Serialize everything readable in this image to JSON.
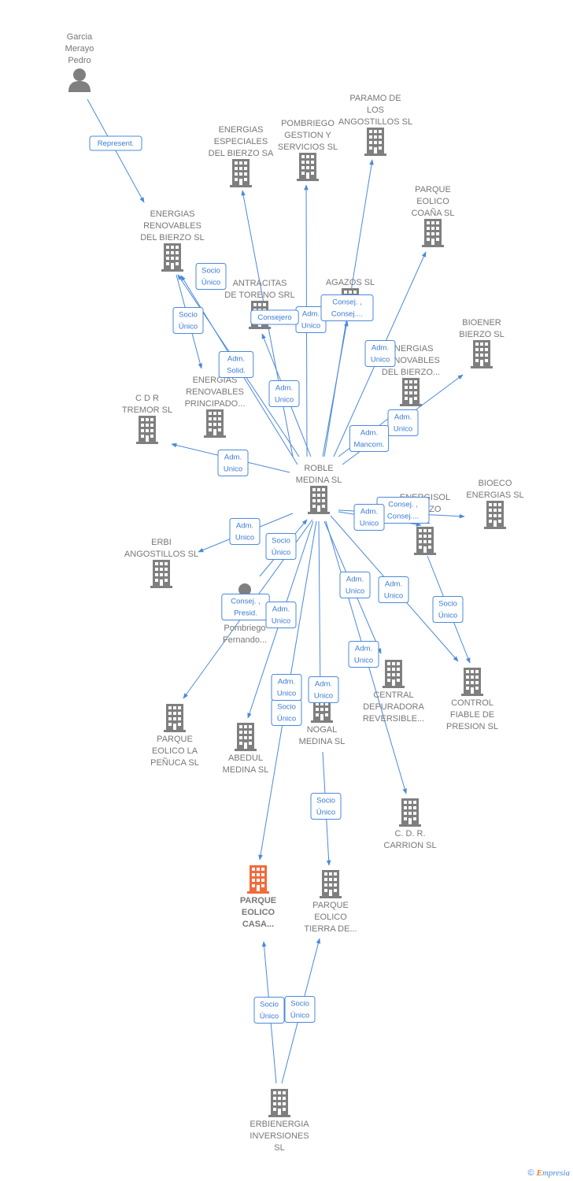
{
  "colors": {
    "edge": "#4a89dc",
    "node": "#7f7f7f",
    "highlight": "#f26b3a",
    "badge_text": "#3a7bd5"
  },
  "nodes": [
    {
      "id": "garcia",
      "type": "person",
      "label": [
        "Garcia",
        "Merayo",
        "Pedro"
      ]
    },
    {
      "id": "energias_renovables_bierzo",
      "type": "company",
      "label": [
        "ENERGIAS",
        "RENOVABLES",
        "DEL BIERZO SL"
      ]
    },
    {
      "id": "energias_especiales",
      "type": "company",
      "label": [
        "ENERGIAS",
        "ESPECIALES",
        "DEL BIERZO SA"
      ]
    },
    {
      "id": "pombriego_gestion",
      "type": "company",
      "label": [
        "POMBRIEGO",
        "GESTION Y",
        "SERVICIOS  SL"
      ]
    },
    {
      "id": "paramo",
      "type": "company",
      "label": [
        "PARAMO DE",
        "LOS",
        "ANGOSTILLOS SL"
      ]
    },
    {
      "id": "parque_coana",
      "type": "company",
      "label": [
        "PARQUE",
        "EOLICO",
        "COAÑA SL"
      ]
    },
    {
      "id": "antracitas",
      "type": "company",
      "label": [
        "ANTRACITAS",
        "DE TORENO SRL"
      ]
    },
    {
      "id": "agazos",
      "type": "company",
      "label": [
        "AGAZOS SL"
      ]
    },
    {
      "id": "bioener",
      "type": "company",
      "label": [
        "BIOENER",
        "BIERZO SL"
      ]
    },
    {
      "id": "energias_ren_bierzo2",
      "type": "company",
      "label": [
        "ENERGIAS",
        "RENOVABLES",
        "DEL BIERZO..."
      ]
    },
    {
      "id": "cdr_tremor",
      "type": "company",
      "label": [
        "C D R",
        "TREMOR SL"
      ]
    },
    {
      "id": "energias_principado",
      "type": "company",
      "label": [
        "ENERGIAS",
        "RENOVABLES",
        "PRINCIPADO..."
      ]
    },
    {
      "id": "roble",
      "type": "company",
      "label": [
        "ROBLE",
        "MEDINA SL"
      ]
    },
    {
      "id": "bioeco",
      "type": "company",
      "label": [
        "BIOECO",
        "ENERGIAS SL"
      ]
    },
    {
      "id": "energisol",
      "type": "company",
      "label": [
        "ENERGISOL",
        "BIERZO",
        "SL"
      ]
    },
    {
      "id": "erbi_angostillos",
      "type": "company",
      "label": [
        "ERBI",
        "ANGOSTILLOS SL"
      ]
    },
    {
      "id": "gonzalez",
      "type": "person",
      "label": [
        "Gonzalez",
        "Pombriego",
        "Fernando..."
      ]
    },
    {
      "id": "control_fiable",
      "type": "company",
      "label": [
        "CONTROL",
        "FIABLE DE",
        "PRESION SL"
      ]
    },
    {
      "id": "central_depuradora",
      "type": "company",
      "label": [
        "CENTRAL",
        "DEPURADORA",
        "REVERSIBLE..."
      ]
    },
    {
      "id": "parque_penuca",
      "type": "company",
      "label": [
        "PARQUE",
        "EOLICO LA",
        "PEÑUCA SL"
      ]
    },
    {
      "id": "abedul",
      "type": "company",
      "label": [
        "ABEDUL",
        "MEDINA SL"
      ]
    },
    {
      "id": "nogal",
      "type": "company",
      "label": [
        "NOGAL",
        "MEDINA SL"
      ]
    },
    {
      "id": "cdr_carrion",
      "type": "company",
      "label": [
        "C.  D. R.",
        "CARRION  SL"
      ]
    },
    {
      "id": "parque_casa",
      "type": "company",
      "highlight": true,
      "label": [
        "PARQUE",
        "EOLICO",
        "CASA..."
      ]
    },
    {
      "id": "parque_tierra",
      "type": "company",
      "label": [
        "PARQUE",
        "EOLICO",
        "TIERRA DE..."
      ]
    },
    {
      "id": "erbienergia",
      "type": "company",
      "label": [
        "ERBIENERGIA",
        "INVERSIONES",
        "SL"
      ]
    }
  ],
  "edges": [
    {
      "from": "garcia",
      "to": "energias_renovables_bierzo",
      "labels": [
        [
          "Represent."
        ]
      ]
    },
    {
      "from": "energias_renovables_bierzo",
      "to": "energias_principado",
      "labels": [
        [
          "Socio",
          "Único"
        ]
      ]
    },
    {
      "from": "roble",
      "to": "energias_renovables_bierzo",
      "labels": [
        [
          "Socio",
          "Único"
        ]
      ]
    },
    {
      "from": "roble",
      "to": "energias_especiales",
      "labels": []
    },
    {
      "from": "roble",
      "to": "pombriego_gestion",
      "labels": []
    },
    {
      "from": "roble",
      "to": "paramo",
      "labels": [
        [
          "Adm.",
          "Unico"
        ]
      ]
    },
    {
      "from": "roble",
      "to": "parque_coana",
      "labels": [
        [
          "Adm.",
          "Unico"
        ]
      ]
    },
    {
      "from": "roble",
      "to": "antracitas",
      "labels": [
        [
          "Consejero"
        ],
        [
          "Adm.",
          "Unico"
        ]
      ]
    },
    {
      "from": "roble",
      "to": "agazos",
      "labels": [
        [
          "Consej. ,",
          "Consej...."
        ]
      ]
    },
    {
      "from": "roble",
      "to": "energias_ren_bierzo2",
      "labels": [
        [
          "Adm.",
          "Unico"
        ]
      ]
    },
    {
      "from": "roble",
      "to": "bioener",
      "labels": [
        [
          "Adm.",
          "Mancom."
        ]
      ]
    },
    {
      "from": "roble",
      "to": "energias_principado",
      "labels": [
        [
          "Adm.",
          "Solid."
        ]
      ]
    },
    {
      "from": "roble",
      "to": "cdr_tremor",
      "labels": [
        [
          "Adm.",
          "Unico"
        ]
      ]
    },
    {
      "from": "roble",
      "to": "bioeco",
      "labels": [
        [
          "Consej. ,",
          "Consej...."
        ]
      ]
    },
    {
      "from": "roble",
      "to": "energisol",
      "labels": [
        [
          "Adm.",
          "Unico"
        ]
      ]
    },
    {
      "from": "roble",
      "to": "erbi_angostillos",
      "labels": [
        [
          "Adm.",
          "Unico"
        ]
      ]
    },
    {
      "from": "gonzalez",
      "to": "roble",
      "labels": [
        [
          "Socio",
          "Único"
        ],
        [
          "Consej. ,",
          "Presid."
        ]
      ]
    },
    {
      "from": "roble",
      "to": "parque_penuca",
      "labels": [
        [
          "Adm.",
          "Unico"
        ]
      ]
    },
    {
      "from": "roble",
      "to": "abedul",
      "labels": [
        [
          "Socio",
          "Único"
        ]
      ]
    },
    {
      "from": "roble",
      "to": "parque_casa",
      "labels": [
        [
          "Adm.",
          "Unico"
        ]
      ]
    },
    {
      "from": "roble",
      "to": "nogal",
      "labels": [
        [
          "Adm.",
          "Unico"
        ]
      ]
    },
    {
      "from": "roble",
      "to": "central_depuradora",
      "labels": [
        [
          "Adm.",
          "Unico"
        ]
      ]
    },
    {
      "from": "roble",
      "to": "cdr_carrion",
      "labels": [
        [
          "Adm.",
          "Unico"
        ]
      ]
    },
    {
      "from": "roble",
      "to": "control_fiable",
      "labels": [
        [
          "Adm.",
          "Unico"
        ]
      ]
    },
    {
      "from": "energisol",
      "to": "control_fiable",
      "labels": [
        [
          "Socio",
          "Único"
        ]
      ]
    },
    {
      "from": "nogal",
      "to": "parque_tierra",
      "labels": [
        [
          "Socio",
          "Único"
        ]
      ]
    },
    {
      "from": "erbienergia",
      "to": "parque_casa",
      "labels": [
        [
          "Socio",
          "Único"
        ]
      ]
    },
    {
      "from": "erbienergia",
      "to": "parque_tierra",
      "labels": [
        [
          "Socio",
          "Único"
        ]
      ]
    }
  ],
  "brand": {
    "copyright": "©",
    "name_first": "E",
    "name_rest": "mpresia"
  }
}
